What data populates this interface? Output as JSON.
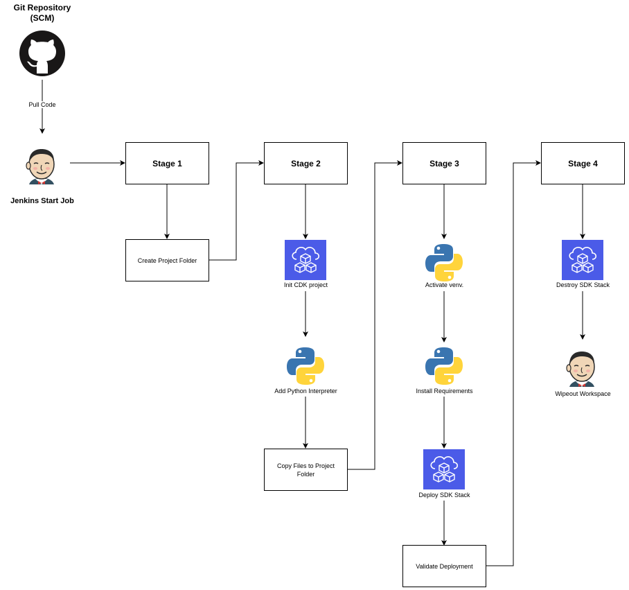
{
  "scm": {
    "title_line1": "Git Repository",
    "title_line2": "(SCM)",
    "icon": "github-icon"
  },
  "pull_code_label": "Pull Code",
  "jenkins_start": {
    "label": "Jenkins Start Job",
    "icon": "jenkins-icon"
  },
  "stages": [
    {
      "label": "Stage 1"
    },
    {
      "label": "Stage 2"
    },
    {
      "label": "Stage 3"
    },
    {
      "label": "Stage 4"
    }
  ],
  "steps": {
    "create_project_folder": "Create Project Folder",
    "init_cdk_project": "Init CDK project",
    "add_python_interpreter": "Add  Python Interpreter",
    "copy_files_line1": "Copy Files to Project",
    "copy_files_line2": "Folder",
    "activate_venv": "Activate venv.",
    "install_requirements": "Install Requirements",
    "deploy_sdk_stack": "Deploy SDK Stack",
    "validate_deployment": "Validate  Deployment",
    "destroy_sdk_stack": "Destroy SDK Stack",
    "wipeout_workspace": "Wipeout  Workspace"
  },
  "colors": {
    "cdk_blue": "#4B5BE8",
    "python_blue": "#3A75B0",
    "python_yellow": "#FFD43B",
    "line": "#000000"
  }
}
